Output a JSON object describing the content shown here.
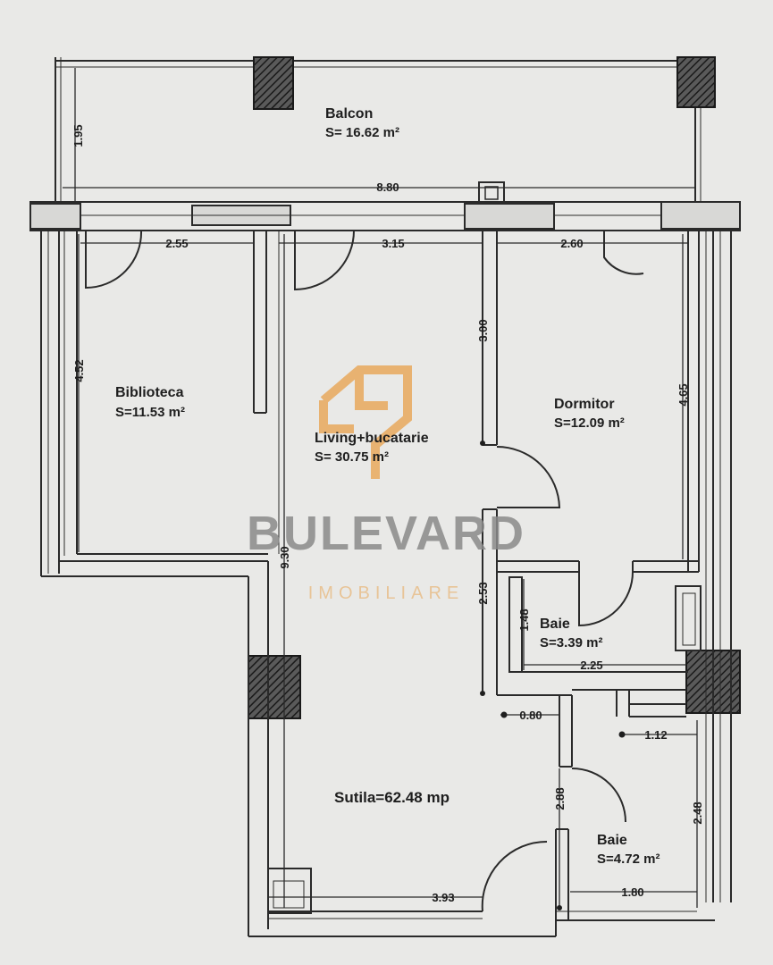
{
  "rooms": {
    "balcon": {
      "name": "Balcon",
      "area": "S= 16.62 m²"
    },
    "biblioteca": {
      "name": "Biblioteca",
      "area": "S=11.53 m²"
    },
    "living": {
      "name": "Living+bucatarie",
      "area": "S= 30.75 m²"
    },
    "dormitor": {
      "name": "Dormitor",
      "area": "S=12.09 m²"
    },
    "baie1": {
      "name": "Baie",
      "area": "S=3.39 m²"
    },
    "baie2": {
      "name": "Baie",
      "area": "S=4.72 m²"
    }
  },
  "total_area": "Sutila=62.48 mp",
  "dimensions": {
    "balcon_depth": "1.95",
    "balcon_width": "8.80",
    "biblioteca_width": "2.55",
    "living_width": "3.15",
    "dormitor_width": "2.60",
    "biblioteca_height": "4.52",
    "living_upper_height": "3.00",
    "dormitor_height": "4.65",
    "living_total_height": "9.30",
    "living_mid_height": "2.53",
    "baie1_height": "1.48",
    "baie1_width": "2.25",
    "hall_width": "0.80",
    "baie2_top_width": "1.12",
    "hall_height": "2.88",
    "baie2_height": "2.48",
    "bottom_width": "3.93",
    "baie2_width": "1.80"
  },
  "watermark": {
    "brand": "BULEVARD",
    "subtitle": "IMOBILIARE",
    "logo_color": "#e8a04a",
    "text_color": "#8a8a8a"
  },
  "colors": {
    "wall": "#2a2a2a",
    "paper": "#e9e9e7"
  },
  "icons": [
    "house-logo-icon",
    "chimney-hatch-icon"
  ]
}
